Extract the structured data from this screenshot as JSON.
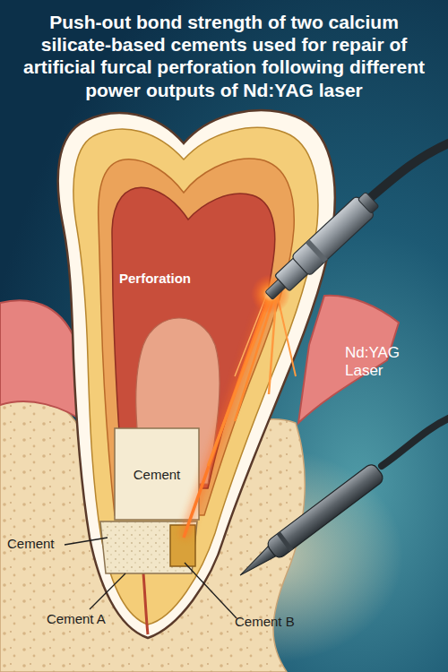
{
  "diagram": {
    "title": "Push-out bond strength of two calcium silicate-based cements used for repair of artificial furcal perforation following different power outputs of Nd:YAG laser",
    "labels": [
      "Perforation",
      "Nd:YAG Laser",
      "Cement",
      "Cement",
      "Cement A",
      "Cement B"
    ]
  }
}
